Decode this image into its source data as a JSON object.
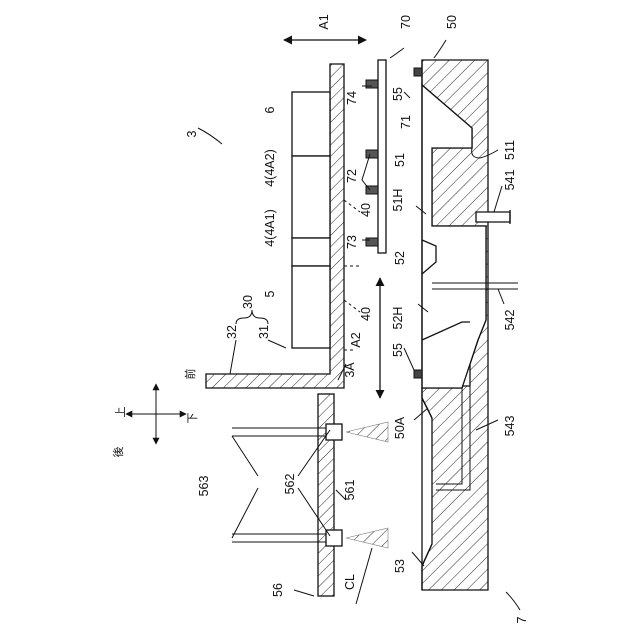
{
  "labels": {
    "fig_3": "3",
    "fig_7": "7",
    "l_6": "6",
    "l_4A2": "4(4A2)",
    "l_4A1": "4(4A1)",
    "l_5": "5",
    "l_32": "32",
    "l_30": "30",
    "l_31": "31",
    "l_3A": "3A",
    "l_A1": "A1",
    "l_A2": "A2",
    "l_70": "70",
    "l_50": "50",
    "l_74": "74",
    "l_55a": "55",
    "l_55b": "55",
    "l_71": "71",
    "l_72": "72",
    "l_73": "73",
    "l_40a": "40",
    "l_40b": "40",
    "l_51": "51",
    "l_51H": "51H",
    "l_52": "52",
    "l_52H": "52H",
    "l_511": "511",
    "l_541": "541",
    "l_542": "542",
    "l_543": "543",
    "l_50A": "50A",
    "l_53": "53",
    "l_561": "561",
    "l_562": "562",
    "l_563": "563",
    "l_56": "56",
    "l_CL": "CL",
    "dir_front": "前",
    "dir_back": "後",
    "dir_up": "上",
    "dir_down": "下"
  }
}
